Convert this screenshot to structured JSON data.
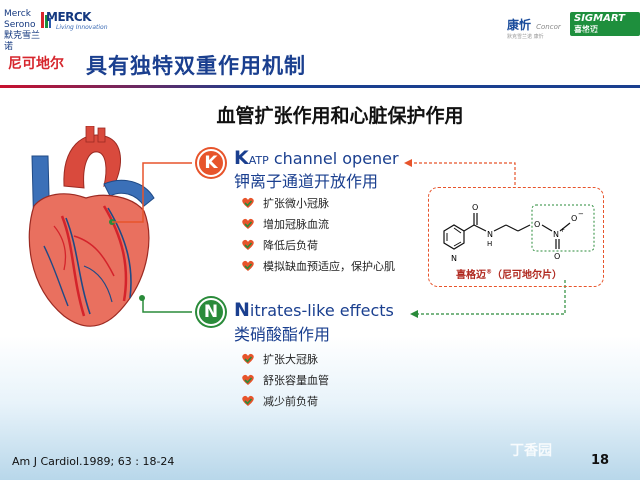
{
  "header": {
    "logo_left": {
      "brand_en": "Merck Serono",
      "brand_zh": "默克雪兰诺",
      "merck": "MERCK",
      "merck_tagline": "Living Innovation"
    },
    "logo_right": {
      "brand_zh": "康忻",
      "brand_en": "Concor",
      "brand_sub": "默克雪兰诺 康忻",
      "sigmart": "SIGMART",
      "sigmart_zh": "喜格迈",
      "sigmart_sub": "喜格迈"
    }
  },
  "title": {
    "drug_tag": "尼可地尔",
    "main": "具有独特双重作用机制"
  },
  "subtitle": "血管扩张作用和心脏保护作用",
  "mechanisms": {
    "k": {
      "badge": "K",
      "title_initial": "K",
      "title_sub": "ATP",
      "title_rest": " channel opener",
      "subtitle": "钾离子通道开放作用",
      "effects": [
        "扩张微小冠脉",
        "增加冠脉血流",
        "降低后负荷",
        "模拟缺血预适应，保护心肌"
      ]
    },
    "n": {
      "badge": "N",
      "title_initial": "N",
      "title_rest": "itrates-like effects",
      "subtitle": "类硝酸酯作用",
      "effects": [
        "扩张大冠脉",
        "舒张容量血管",
        "减少前负荷"
      ]
    }
  },
  "chemical": {
    "label_prefix": "喜格迈",
    "label_suffix": "（尼可地尔片）",
    "label_mark": "®",
    "atoms": {
      "n_ring": "N",
      "o_carbonyl": "O",
      "nh": "N",
      "h": "H",
      "o_ester": "O",
      "n_nitro": "N",
      "o1": "O",
      "o2": "O",
      "minus": "−",
      "plus": "+"
    }
  },
  "citation": "Am J Cardiol.1989; 63 : 18-24",
  "page_number": "18",
  "watermark": "丁香园",
  "colors": {
    "accent_red": "#e7542b",
    "accent_green": "#2a8b3a",
    "title_blue": "#1a3f8f",
    "drug_red": "#d6262d"
  }
}
